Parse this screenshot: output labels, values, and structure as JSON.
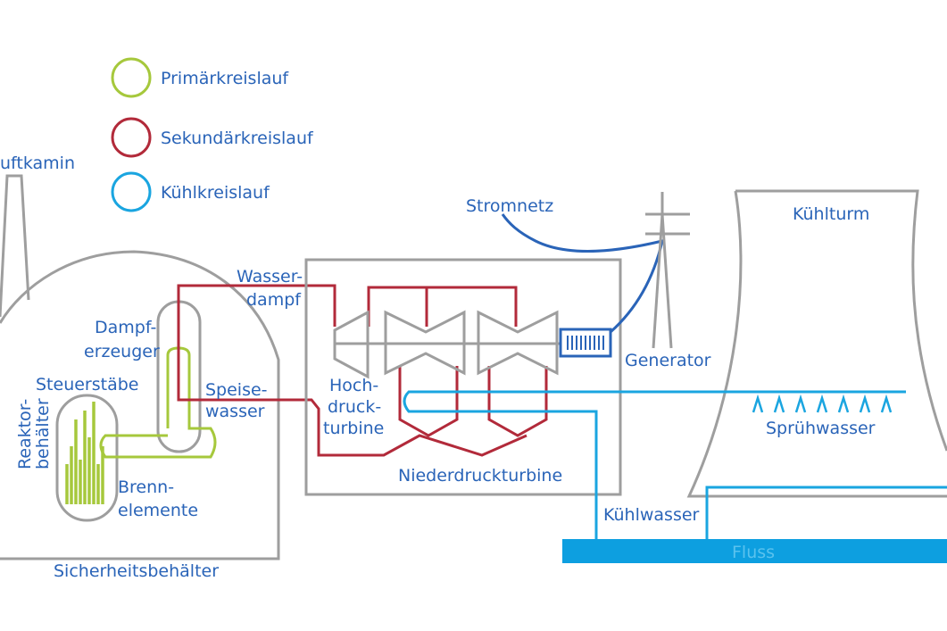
{
  "colors": {
    "primary": "#a6c83c",
    "secondary": "#b22a3a",
    "cooling": "#1aa5e0",
    "text": "#2a64b8",
    "structure": "#9e9e9e",
    "river": "#0d9fe0"
  },
  "legend": [
    {
      "label": "Primärkreislauf",
      "color": "#a6c83c"
    },
    {
      "label": "Sekundärkreislauf",
      "color": "#b22a3a"
    },
    {
      "label": "Kühlkreislauf",
      "color": "#1aa5e0"
    }
  ],
  "labels": {
    "abluftkamin": "uftkamin",
    "stromnetz": "Stromnetz",
    "kuehlturm": "Kühlturm",
    "wasserdampf_1": "Wasser-",
    "wasserdampf_2": "dampf",
    "dampferzeuger_1": "Dampf-",
    "dampferzeuger_2": "erzeuger",
    "steuerstaebe": "Steuerstäbe",
    "speisewasser_1": "Speise-",
    "speisewasser_2": "wasser",
    "reaktor_1": "Reaktor-",
    "reaktor_2": "behälter",
    "brenn_1": "Brenn-",
    "brenn_2": "elemente",
    "hoch_1": "Hoch-",
    "hoch_2": "druck-",
    "hoch_3": "turbine",
    "niederdruck": "Niederdruckturbine",
    "generator": "Generator",
    "spruehwasser": "Sprühwasser",
    "kuehlwasser": "Kühlwasser",
    "fluss": "Fluss",
    "sicherheit": "Sicherheitsbehälter"
  }
}
